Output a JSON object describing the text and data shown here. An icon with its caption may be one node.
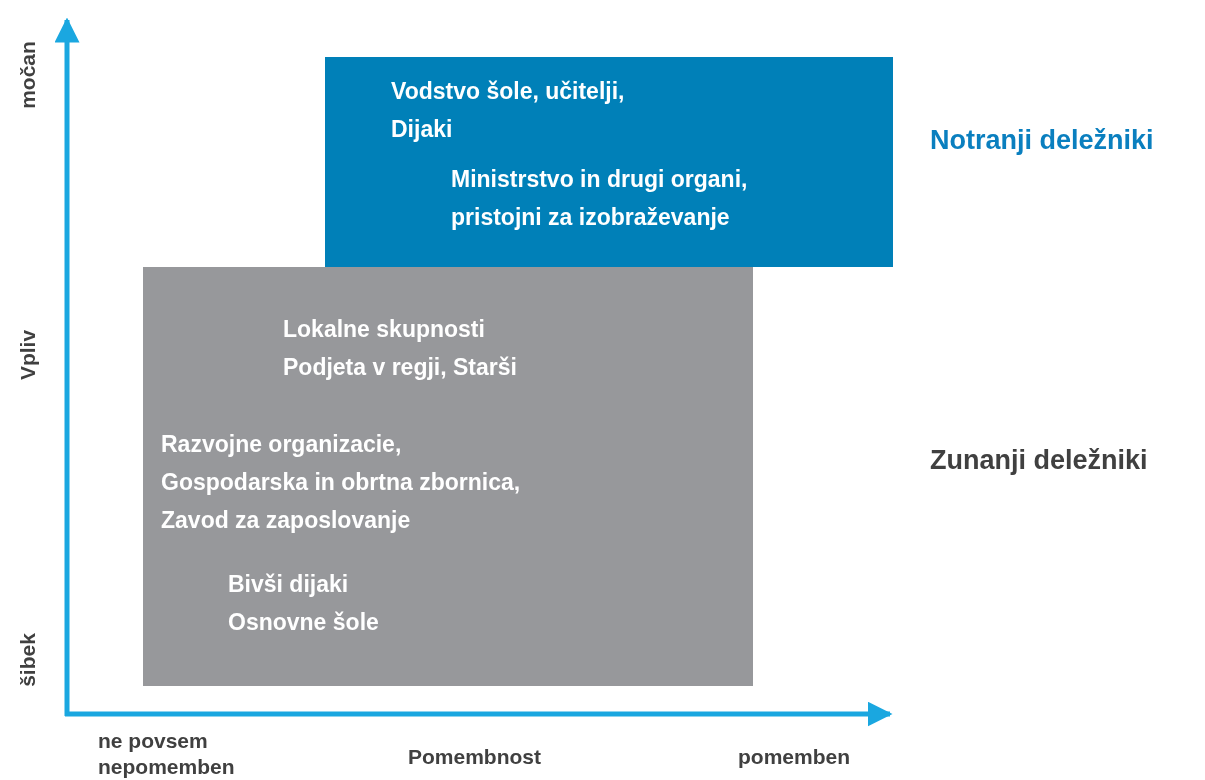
{
  "diagram": {
    "nodes": [
      {
        "text": [
          "Vodstvo šole, učitelji, Dijaki",
          "Ministrstvo in drugi organi, pristojni za izobraževanje"
        ]
      },
      {
        "text": [
          "Lokalne skupnosti Podjeta v regji, Starši",
          "Razvojne organizacie, Gospodarska in obrtna zbornica, Zavod za zaposlovanje",
          "Bivši dijaki Osnovne šole"
        ]
      }
    ],
    "edges": [],
    "labels": [
      "močan",
      "Notranji deležniki",
      "Vpliv",
      "Zunanji deležniki",
      "šibek",
      "ne povsem nepomemben",
      "Pomembnost",
      "pomemben"
    ]
  }
}
